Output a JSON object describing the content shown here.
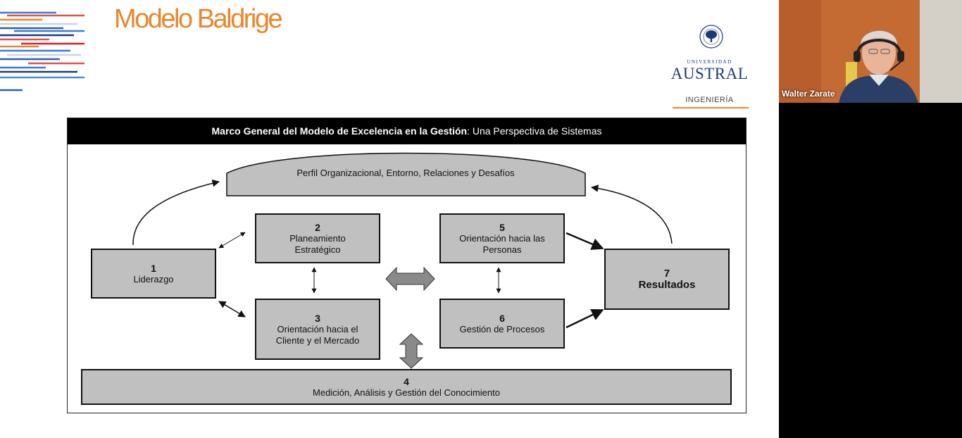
{
  "slide": {
    "title": "Modelo Baldrige",
    "logo": {
      "university_small": "UNIVERSIDAD",
      "university_name": "AUSTRAL",
      "department": "INGENIERÍA"
    }
  },
  "diagram": {
    "title_bold": "Marco General del Modelo de Excelencia en la Gestión",
    "title_rest": ": Una Perspectiva de Sistemas",
    "profile": "Perfil Organizacional, Entorno, Relaciones y Desafíos",
    "boxes": {
      "b1": {
        "num": "1",
        "label": "Liderazgo"
      },
      "b2": {
        "num": "2",
        "label": "Planeamiento\nEstratégico"
      },
      "b3": {
        "num": "3",
        "label": "Orientación hacia el\nCliente y el Mercado"
      },
      "b4": {
        "num": "4",
        "label": "Medición, Análisis y Gestión del Conocimiento"
      },
      "b5": {
        "num": "5",
        "label": "Orientación hacia las\nPersonas"
      },
      "b6": {
        "num": "6",
        "label": "Gestión de Procesos"
      },
      "b7": {
        "num": "7",
        "label": "Resultados"
      }
    }
  },
  "video": {
    "participant_name": "Walter Zarate"
  },
  "colors": {
    "accent_orange": "#e8872e",
    "logo_blue": "#1c3a7a",
    "box_gray": "#c0c0c0"
  }
}
